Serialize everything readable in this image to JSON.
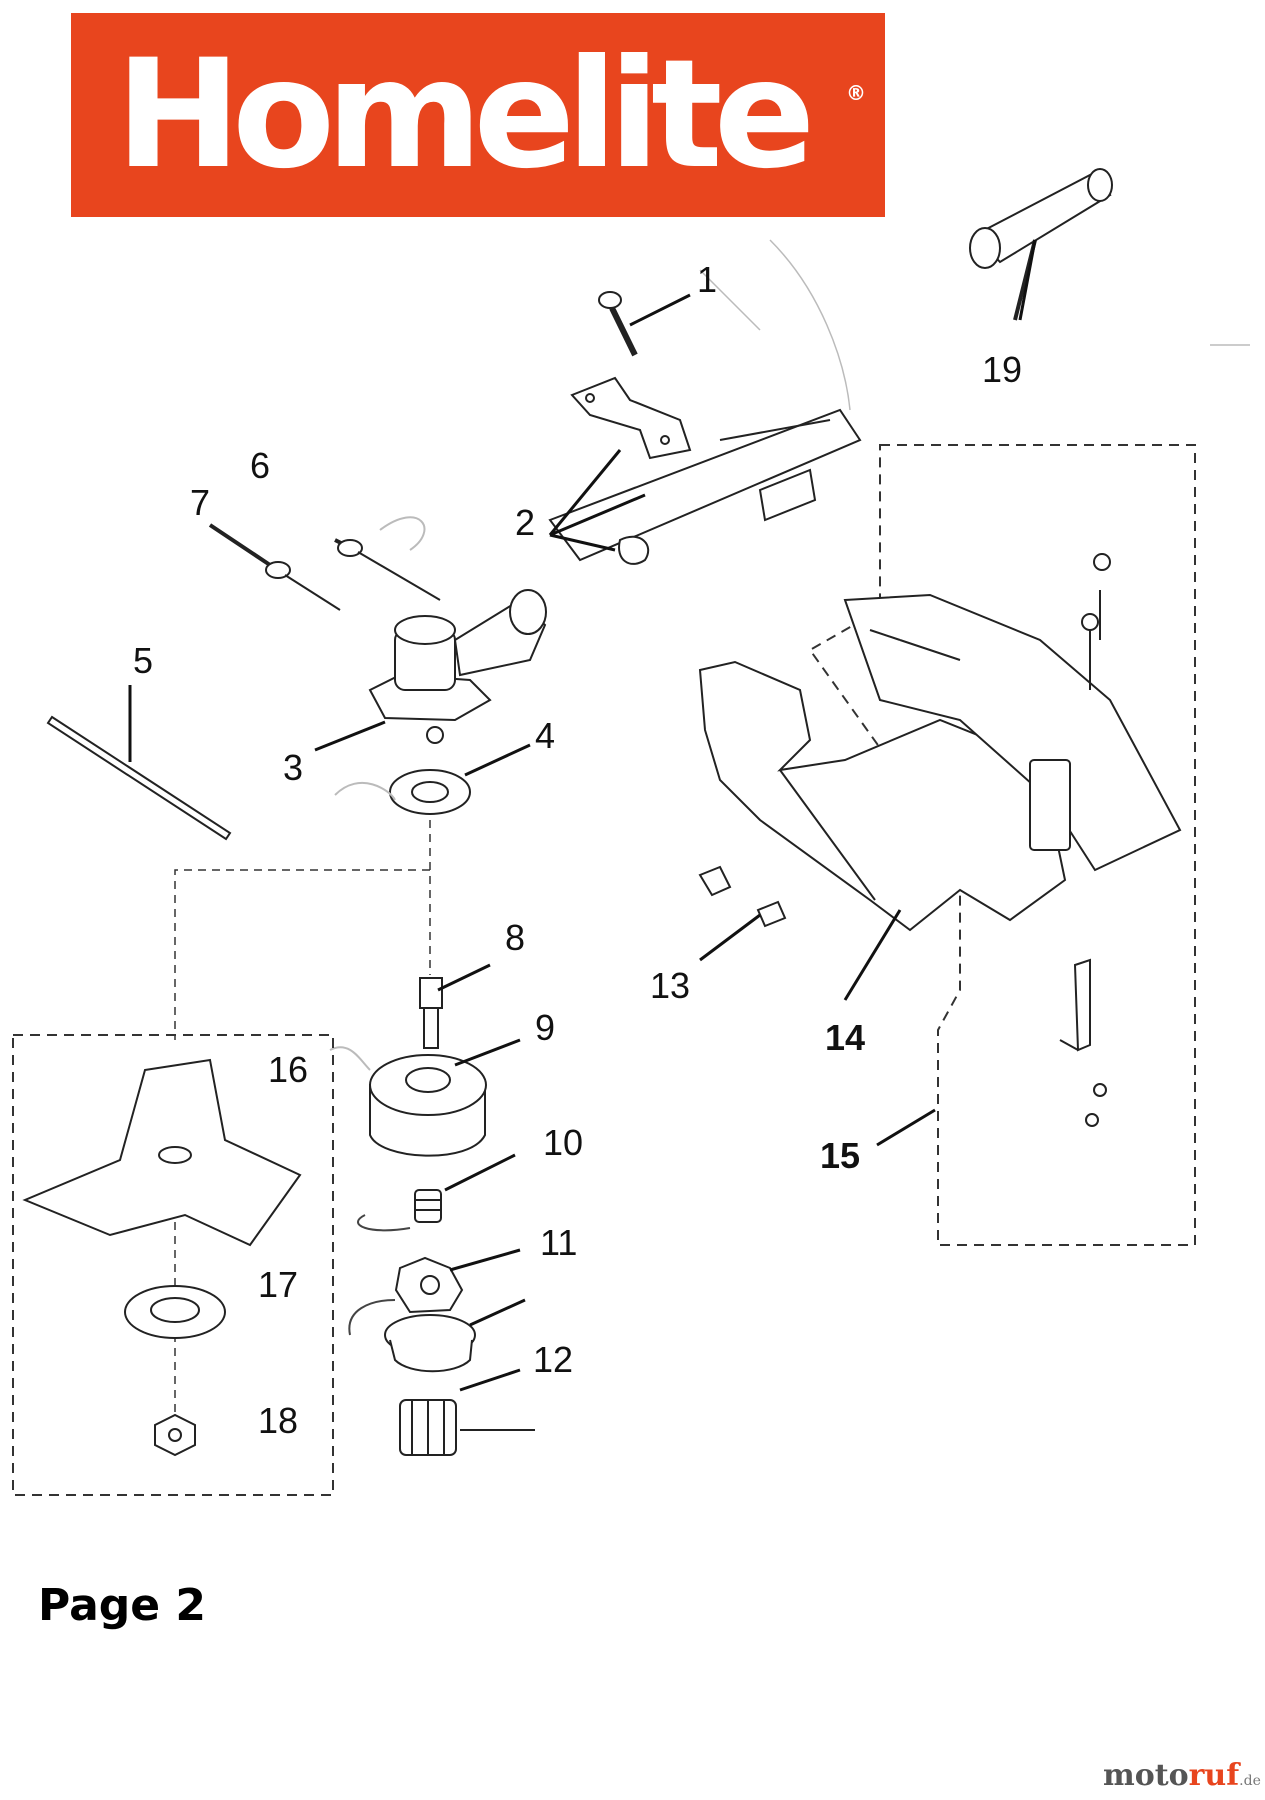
{
  "brand": {
    "name": "Homelite",
    "registered_mark": "®",
    "color": "#e8451e"
  },
  "callouts": [
    "1",
    "2",
    "3",
    "4",
    "5",
    "6",
    "7",
    "8",
    "9",
    "10",
    "11",
    "12",
    "13",
    "14",
    "15",
    "16",
    "17",
    "18",
    "19"
  ],
  "page_label": "Page 2",
  "watermark": {
    "part1": "moto",
    "part2": "ruf",
    "suffix": ".de"
  }
}
